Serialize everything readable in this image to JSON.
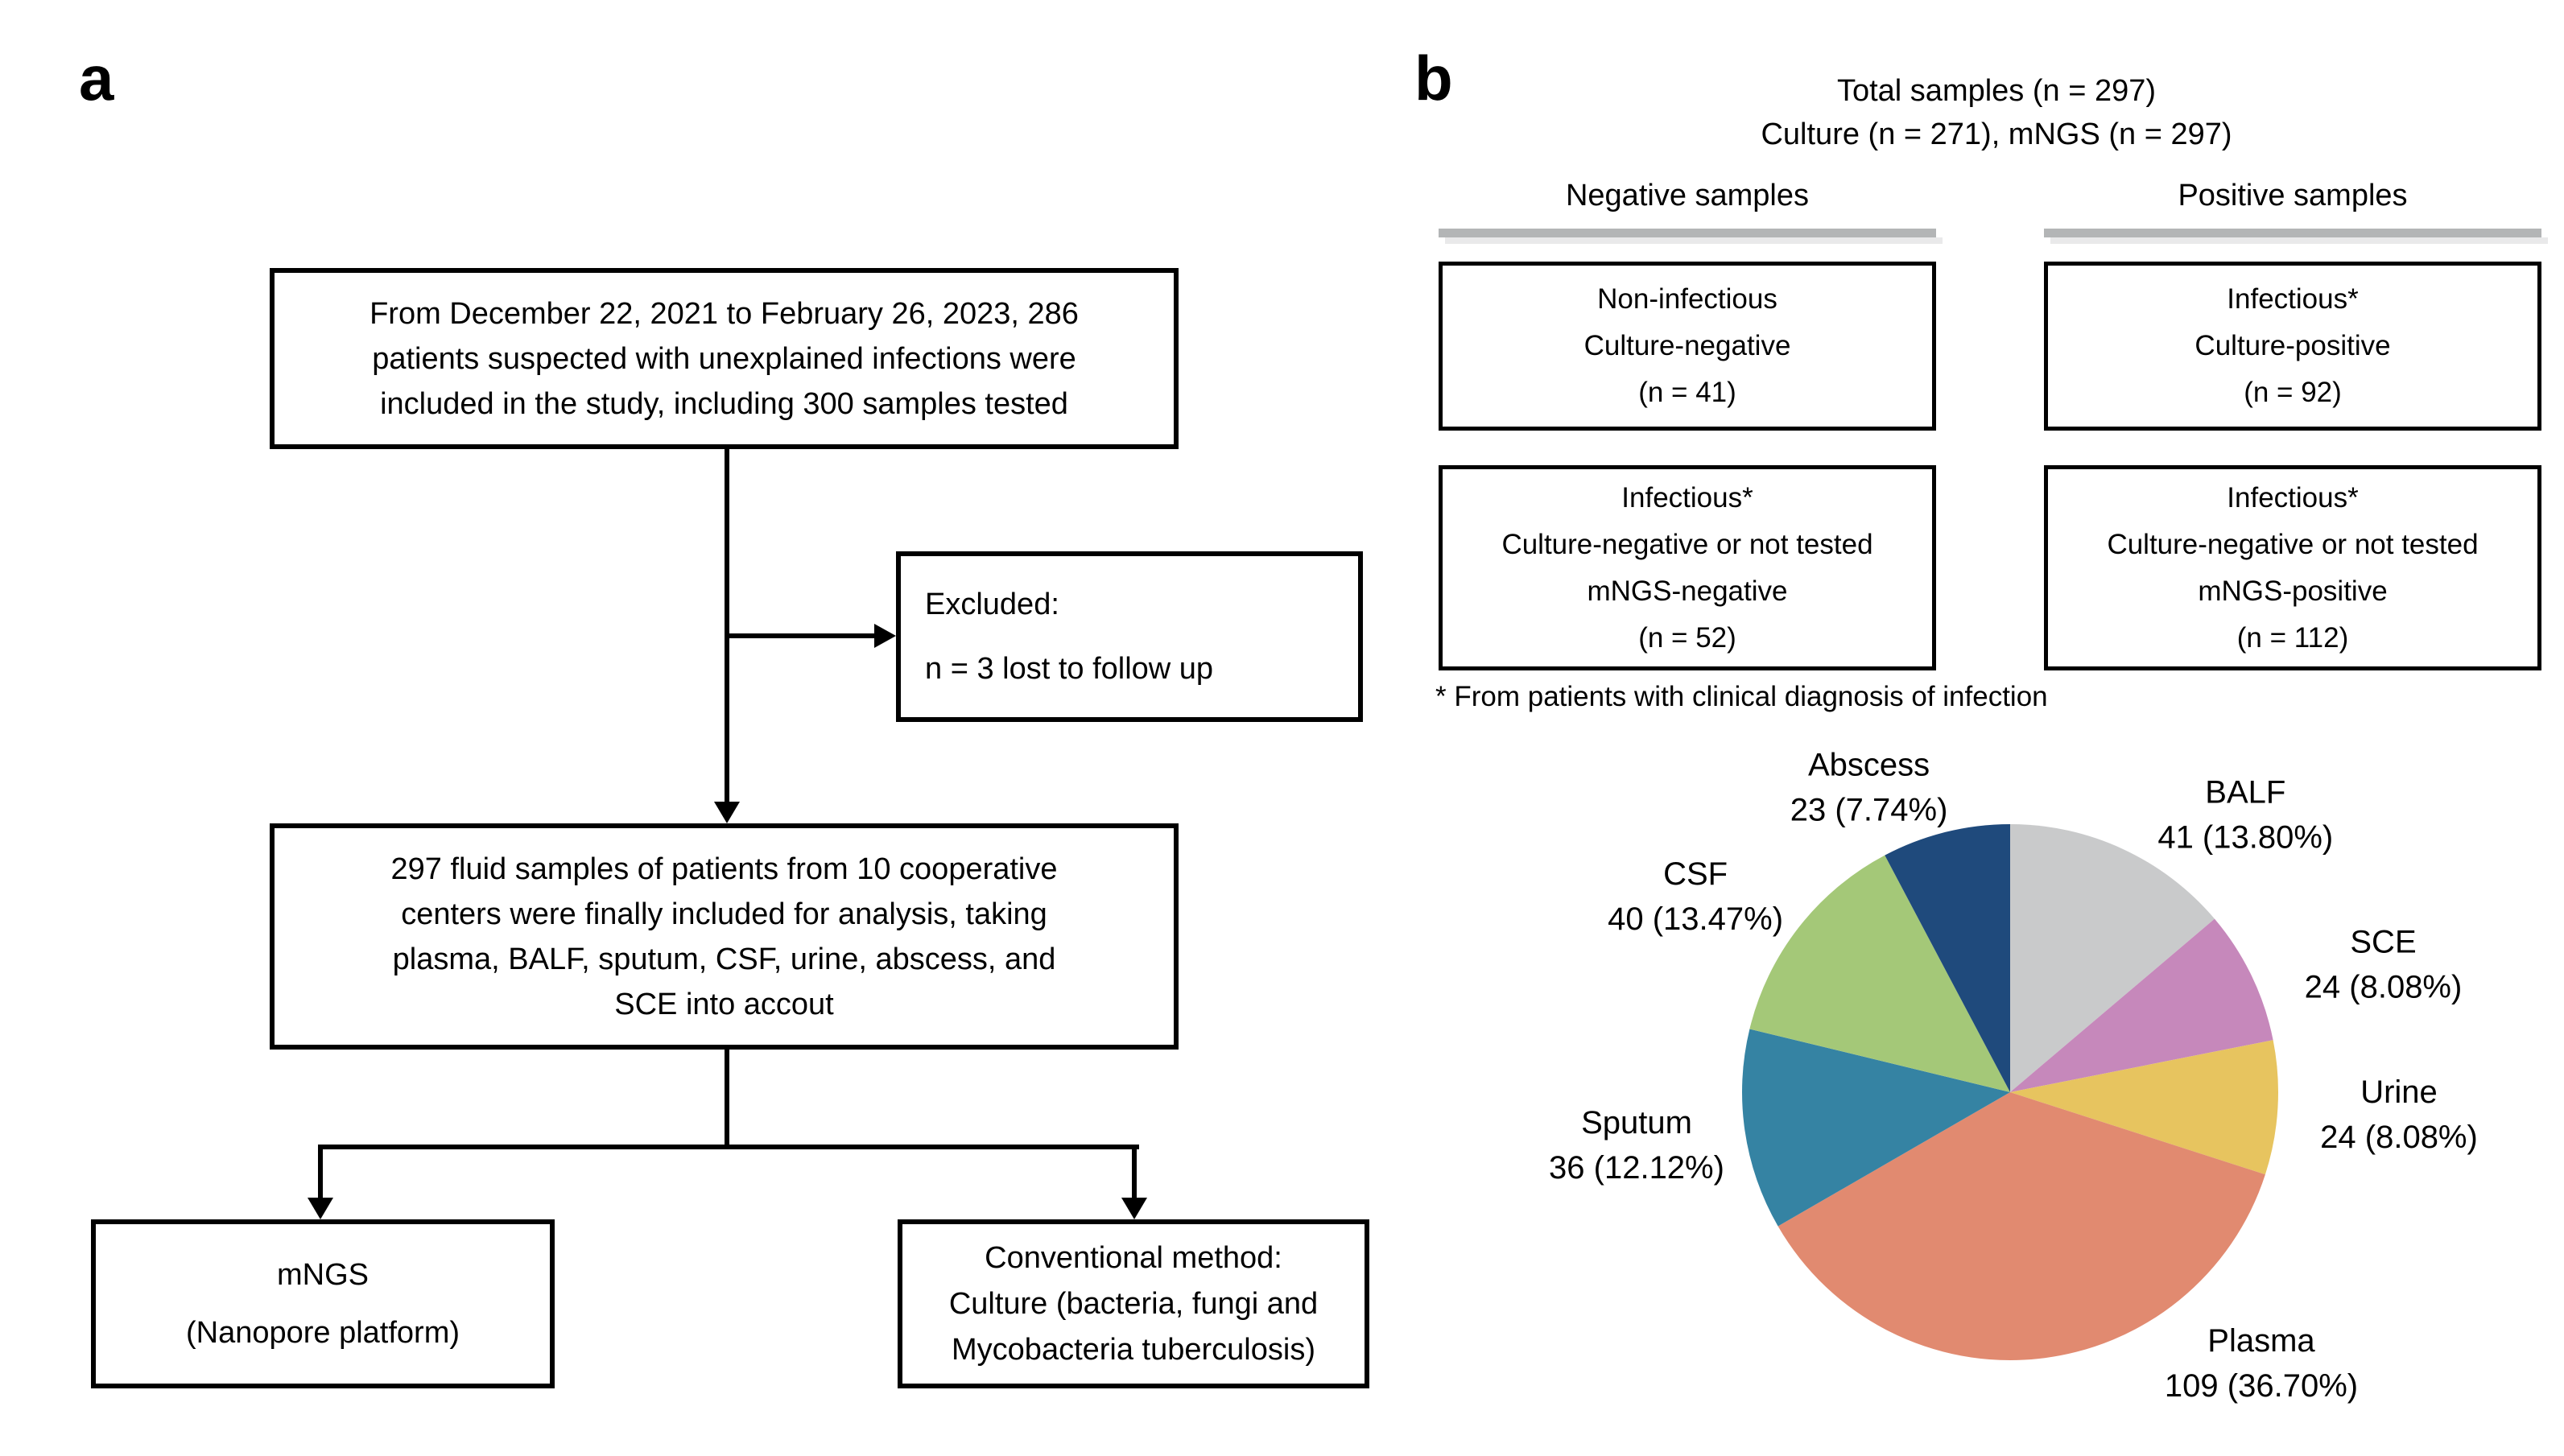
{
  "panel_a": {
    "label": "a",
    "box_enrollment": {
      "lines": [
        "From December 22, 2021 to February 26, 2023, 286",
        "patients suspected with unexplained infections were",
        "included in the study, including 300 samples tested"
      ]
    },
    "box_excluded": {
      "lines": [
        "Excluded:",
        "n  =  3 lost to follow up"
      ]
    },
    "box_included": {
      "lines": [
        "297 fluid samples of patients from 10 cooperative",
        "centers were finally included for analysis, taking",
        "plasma, BALF, sputum, CSF, urine, abscess, and",
        "SCE into accout"
      ]
    },
    "box_mngs": {
      "lines": [
        "mNGS",
        "(Nanopore platform)"
      ]
    },
    "box_conventional": {
      "lines": [
        "Conventional method:",
        "Culture (bacteria, fungi and",
        "Mycobacteria tuberculosis)"
      ]
    }
  },
  "panel_b": {
    "label": "b",
    "title_line1": "Total  samples  (n = 297)",
    "title_line2": "Culture (n = 271), mNGS (n = 297)",
    "divider_bar_colors": {
      "dark": "#B3B5B6",
      "light": "#E9E9EA"
    },
    "columns": [
      {
        "header": "Negative samples",
        "boxes": [
          {
            "lines": [
              "Non-infectious",
              "Culture-negative",
              "(n = 41)"
            ]
          },
          {
            "lines": [
              "Infectious*",
              "Culture-negative or not tested",
              "mNGS-negative",
              "(n = 52)"
            ]
          }
        ]
      },
      {
        "header": "Positive samples",
        "boxes": [
          {
            "lines": [
              "Infectious*",
              "Culture-positive",
              "(n = 92)"
            ]
          },
          {
            "lines": [
              "Infectious*",
              "Culture-negative or not tested",
              "mNGS-positive",
              "(n = 112)"
            ]
          }
        ]
      }
    ],
    "footnote": "* From patients with clinical diagnosis of infection"
  },
  "chart_data": {
    "type": "pie",
    "title": "",
    "total": 297,
    "start_angle_deg": 0,
    "direction": "clockwise",
    "legend_position": "labels-around-pie",
    "slices": [
      {
        "name": "BALF",
        "value": 41,
        "pct": 13.8,
        "value_label": "41 (13.80%)",
        "color": "#C9CACB",
        "label_angle_deg": 40.5,
        "label_radius": 450
      },
      {
        "name": "SCE",
        "value": 24,
        "pct": 8.08,
        "value_label": "24 (8.08%)",
        "color": "#C688BB",
        "label_angle_deg": 71.4,
        "label_radius": 489
      },
      {
        "name": "Urine",
        "value": 24,
        "pct": 8.08,
        "value_label": "24 (8.08%)",
        "color": "#E7C45F",
        "label_angle_deg": 93.6,
        "label_radius": 484
      },
      {
        "name": "Plasma",
        "value": 109,
        "pct": 36.7,
        "value_label": "109 (36.70%)",
        "color": "#E18A70",
        "label_angle_deg": 137.4,
        "label_radius": 461
      },
      {
        "name": "Sputum",
        "value": 36,
        "pct": 12.12,
        "value_label": "36 (12.12%)",
        "color": "#3583A3",
        "label_angle_deg": 261.6,
        "label_radius": 469
      },
      {
        "name": "CSF",
        "value": 40,
        "pct": 13.47,
        "value_label": "40 (13.47%)",
        "color": "#A4C878",
        "label_angle_deg": 301.6,
        "label_radius": 459
      },
      {
        "name": "Abscess",
        "value": 23,
        "pct": 7.74,
        "value_label": "23 (7.74%)",
        "color": "#1F4A7C",
        "label_angle_deg": 335.0,
        "label_radius": 415
      }
    ]
  }
}
